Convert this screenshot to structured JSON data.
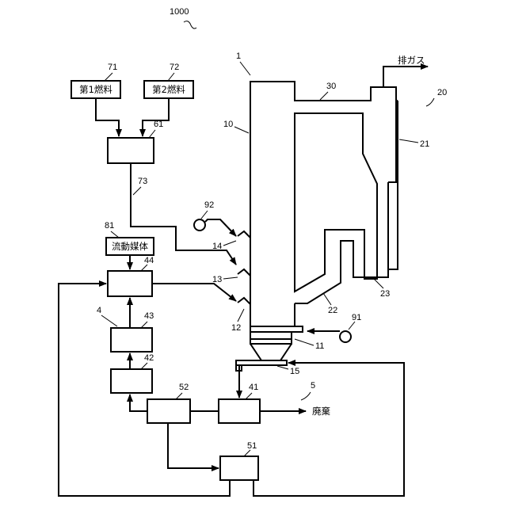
{
  "figure_number": "1000",
  "box_texts": {
    "fuel1": "第1燃料",
    "fuel2": "第2燃料",
    "fluid_medium": "流動媒体"
  },
  "outputs": {
    "exhaust_gas": "排ガス",
    "waste": "廃棄"
  },
  "refs": {
    "r1": "1",
    "r4": "4",
    "r5": "5",
    "r10": "10",
    "r11": "11",
    "r12": "12",
    "r13": "13",
    "r14": "14",
    "r15": "15",
    "r20": "20",
    "r21": "21",
    "r22": "22",
    "r23": "23",
    "r30": "30",
    "r41": "41",
    "r42": "42",
    "r43": "43",
    "r44": "44",
    "r51": "51",
    "r52": "52",
    "r61": "61",
    "r71": "71",
    "r72": "72",
    "r73": "73",
    "r81": "81",
    "r91": "91",
    "r92": "92"
  }
}
